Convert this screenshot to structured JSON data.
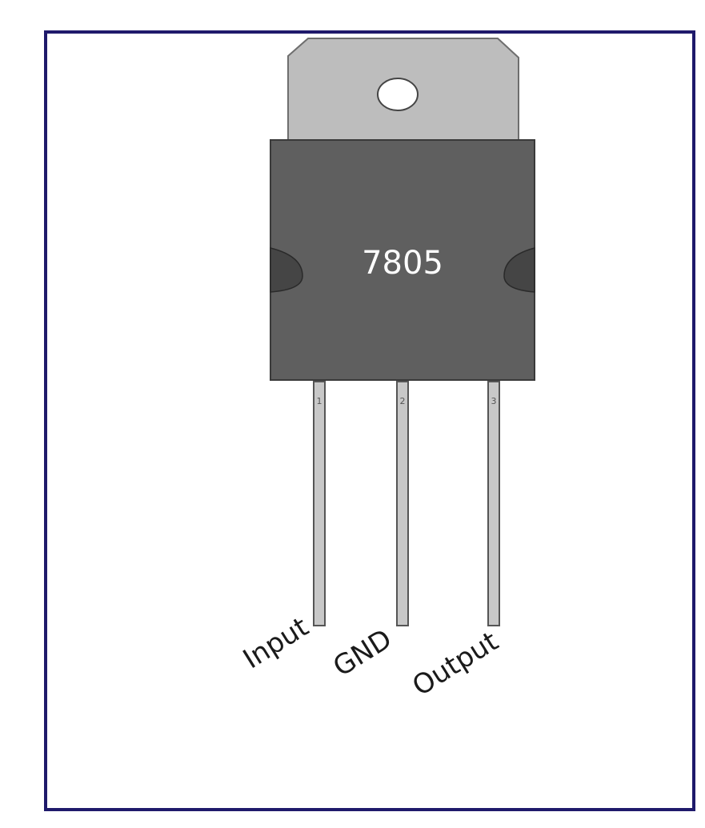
{
  "part_number": "7805",
  "pins": [
    {
      "number": "1",
      "name": "Input"
    },
    {
      "number": "2",
      "name": "GND"
    },
    {
      "number": "3",
      "name": "Output"
    }
  ],
  "colors": {
    "frame": "#1f1a6b",
    "tab": "#bdbdbd",
    "body": "#5f5f5f",
    "notch": "#454545",
    "lead": "#c8c8c8",
    "part_text": "#ffffff"
  }
}
